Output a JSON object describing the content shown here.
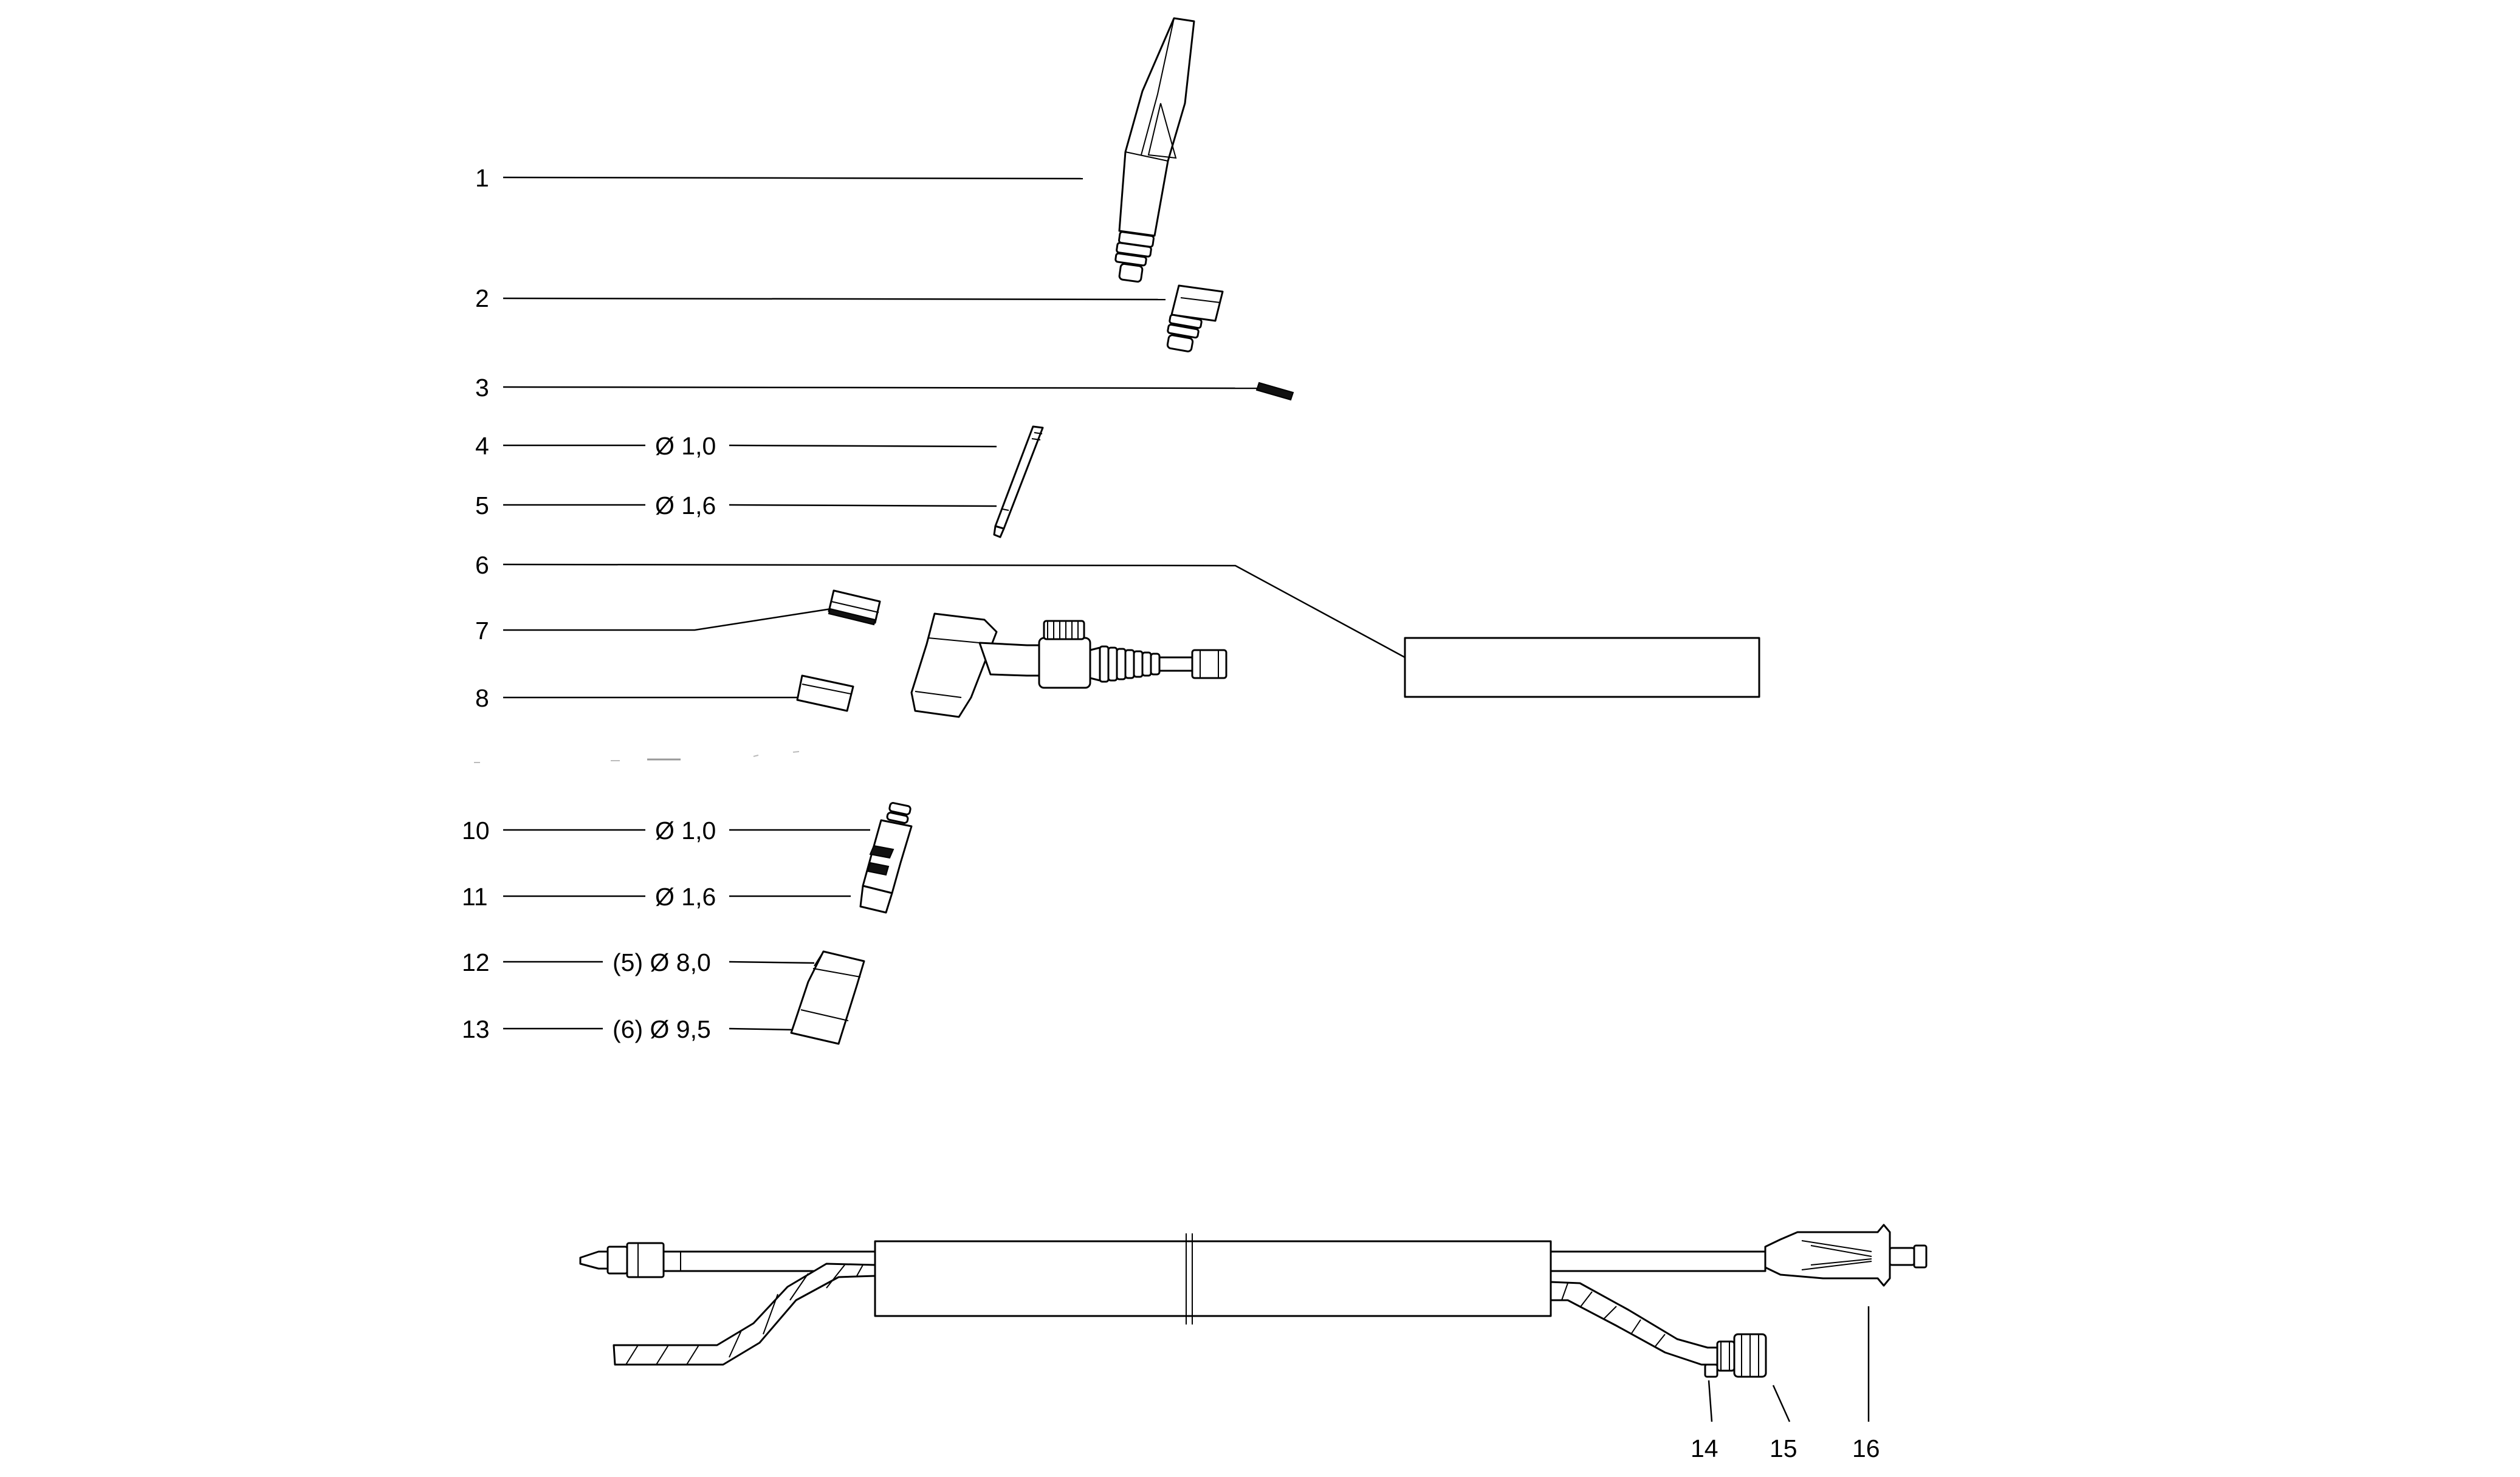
{
  "callouts": [
    {
      "number": "1",
      "spec": ""
    },
    {
      "number": "2",
      "spec": ""
    },
    {
      "number": "3",
      "spec": ""
    },
    {
      "number": "4",
      "spec": "Ø 1,0"
    },
    {
      "number": "5",
      "spec": "Ø 1,6"
    },
    {
      "number": "6",
      "spec": ""
    },
    {
      "number": "7",
      "spec": ""
    },
    {
      "number": "8",
      "spec": ""
    },
    {
      "number": "10",
      "spec": "Ø 1,0"
    },
    {
      "number": "11",
      "spec": "Ø 1,6"
    },
    {
      "number": "12",
      "spec": "(5) Ø 8,0"
    },
    {
      "number": "13",
      "spec": "(6) Ø 9,5"
    },
    {
      "number": "14",
      "spec": ""
    },
    {
      "number": "15",
      "spec": ""
    },
    {
      "number": "16",
      "spec": ""
    }
  ]
}
